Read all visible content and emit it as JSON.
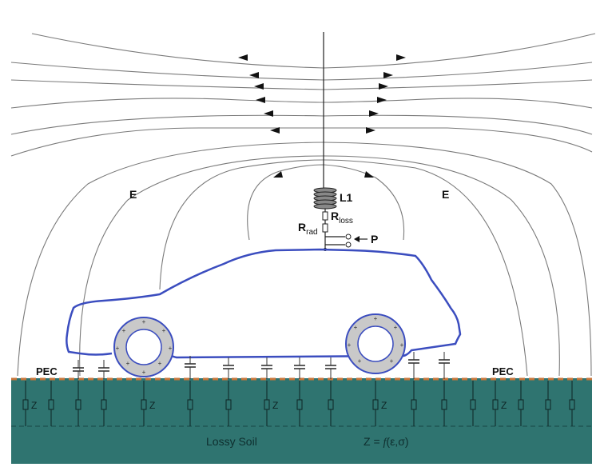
{
  "labels": {
    "field_left": "E",
    "field_right": "E",
    "inductor": "L1",
    "r_loss_main": "R",
    "r_loss_sub": "loss",
    "r_rad_main": "R",
    "r_rad_sub": "rad",
    "port": "P",
    "pec_left": "PEC",
    "pec_right": "PEC",
    "z_label": "Z",
    "soil": "Lossy Soil",
    "z_formula_lhs": "Z = ",
    "z_formula_f": "f",
    "z_formula_args": "(ε,σ)"
  },
  "colors": {
    "car_outline": "#3b4dbf",
    "soil": "#2f7470",
    "soil_dashed_line": "#1c4f4c",
    "pec_dashes": "#c8763a",
    "tire": "#c9c9c9",
    "field_lines": "#7a7a7a"
  },
  "icons": {
    "arrowheads": "arrow-icon",
    "ground_capacitors": "capacitor-icon",
    "soil_impedances": "resistor-icon",
    "inductor": "coil-icon"
  }
}
